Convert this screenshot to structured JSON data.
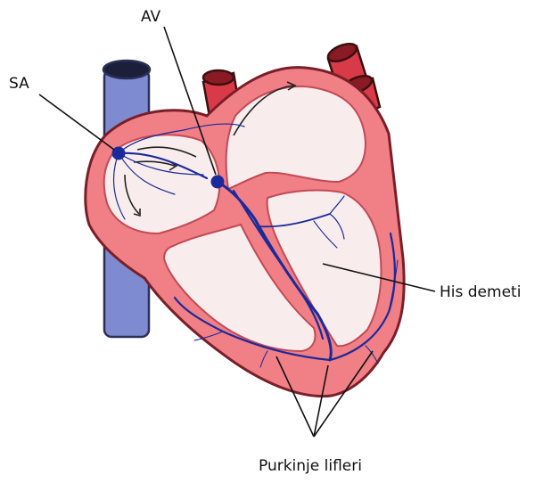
{
  "labels": {
    "sa": "SA",
    "av": "AV",
    "his": "His demeti",
    "purkinje": "Purkinje lifleri"
  },
  "colors": {
    "muscle": "#f07f86",
    "muscle_outline": "#c24a55",
    "chamber": "#f9ecec",
    "vessel": "#7f8bd0",
    "artery": "#d93a47",
    "conduction": "#1a2a9a"
  }
}
